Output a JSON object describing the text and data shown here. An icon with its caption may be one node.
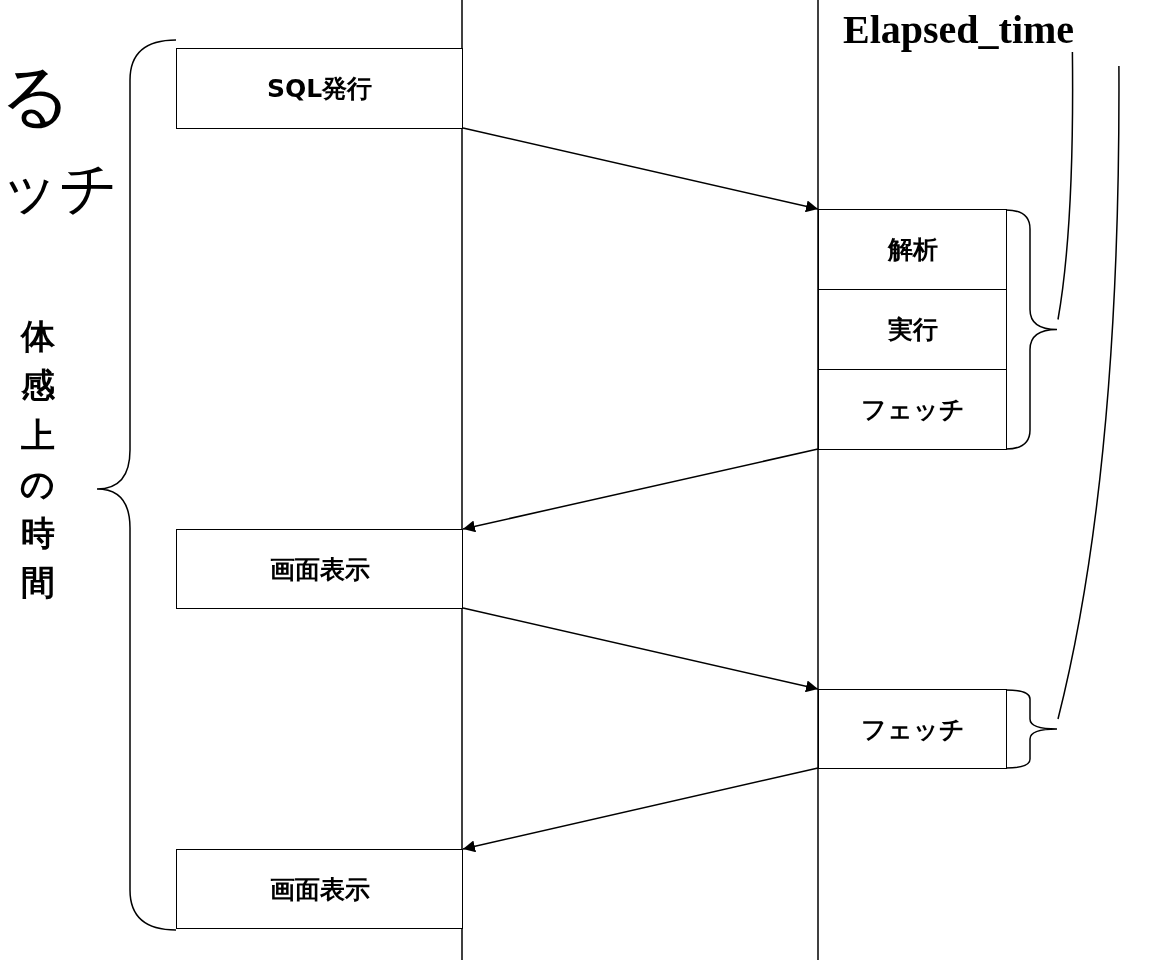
{
  "diagram": {
    "nodes": [
      {
        "text": [
          "SQL発行"
        ]
      },
      {
        "text": [
          "解析"
        ]
      },
      {
        "text": [
          "実行"
        ]
      },
      {
        "text": [
          "フェッチ"
        ]
      },
      {
        "text": [
          "画面表示"
        ]
      },
      {
        "text": [
          "フェッチ"
        ]
      },
      {
        "text": [
          "画面表示"
        ]
      },
      {
        "text": [
          "Elapsed_time"
        ]
      },
      {
        "text": [],
        "shape": "bracket"
      },
      {
        "text": [],
        "shape": "bracket"
      }
    ],
    "edges": [
      {
        "from": 0,
        "to": 1,
        "arrow": "to"
      },
      {
        "from": 3,
        "to": 4,
        "arrow": "to"
      },
      {
        "from": 4,
        "to": 5,
        "arrow": "to"
      },
      {
        "from": 5,
        "to": 6,
        "arrow": "to"
      },
      {
        "from": 7,
        "to": 8,
        "arrow": "none"
      },
      {
        "from": 7,
        "to": 9,
        "arrow": "none"
      }
    ],
    "labels": [
      "る",
      "ッチ",
      "体感上の時間"
    ]
  }
}
